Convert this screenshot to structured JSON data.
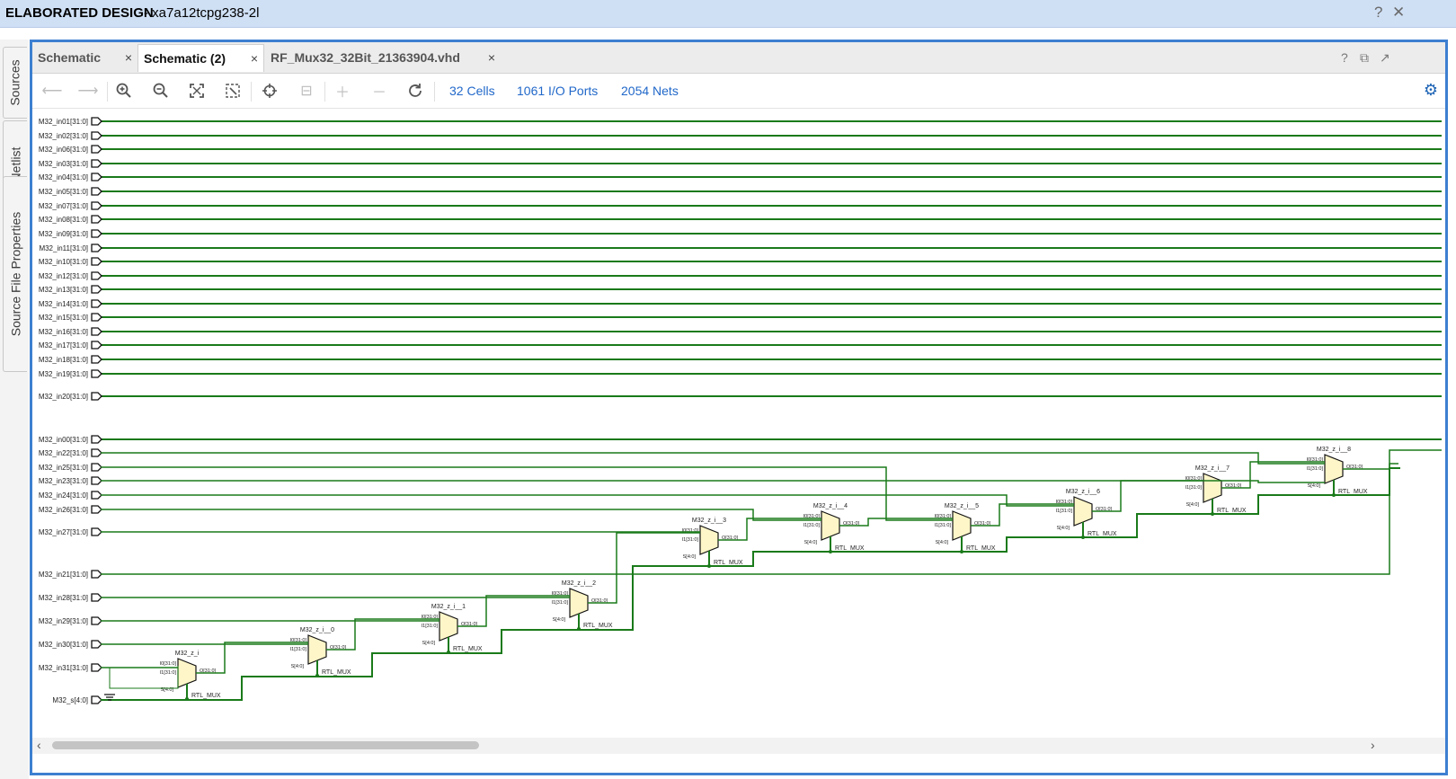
{
  "window": {
    "title_strong": "ELABORATED DESIGN",
    "title_part": " - xa7a12tcpg238-2l",
    "help_label": "?",
    "close_label": "✕"
  },
  "side_tabs": [
    "Sources",
    "Netlist",
    "Source File Properties"
  ],
  "tabs": [
    {
      "label": "Schematic",
      "active": false
    },
    {
      "label": "Schematic (2)",
      "active": true
    },
    {
      "label": "RF_Mux32_32Bit_21363904.vhd",
      "active": false
    }
  ],
  "tab_close": "×",
  "tabbar_right": [
    "?",
    "⧉",
    "↗"
  ],
  "toolbar": {
    "cells": "32 Cells",
    "io_ports": "1061 I/O Ports",
    "nets": "2054 Nets",
    "icons": [
      "back-arrow-icon",
      "forward-arrow-icon",
      "zoom-in-icon",
      "zoom-out-icon",
      "fit-icon",
      "zoom-selection-icon",
      "select-icon",
      "regen-icon",
      "expand-icon",
      "collapse-icon",
      "refresh-icon",
      "gear-icon"
    ]
  },
  "schematic": {
    "wire_color": "#1a7a1a",
    "ports": [
      "M32_in01[31:0]",
      "M32_in02[31:0]",
      "M32_in06[31:0]",
      "M32_in03[31:0]",
      "M32_in04[31:0]",
      "M32_in05[31:0]",
      "M32_in07[31:0]",
      "M32_in08[31:0]",
      "M32_in09[31:0]",
      "M32_in11[31:0]",
      "M32_in10[31:0]",
      "M32_in12[31:0]",
      "M32_in13[31:0]",
      "M32_in14[31:0]",
      "M32_in15[31:0]",
      "M32_in16[31:0]",
      "M32_in17[31:0]",
      "M32_in18[31:0]",
      "M32_in19[31:0]",
      "M32_in20[31:0]",
      "M32_in00[31:0]",
      "M32_in22[31:0]",
      "M32_in25[31:0]",
      "M32_in23[31:0]",
      "M32_in24[31:0]",
      "M32_in26[31:0]",
      "M32_in27[31:0]",
      "M32_in21[31:0]",
      "M32_in28[31:0]",
      "M32_in29[31:0]",
      "M32_in30[31:0]",
      "M32_in31[31:0]",
      "M32_s[4:0]"
    ],
    "mux_names": [
      "M32_z_i",
      "M32_z_i__0",
      "M32_z_i__1",
      "M32_z_i__2",
      "M32_z_i__3",
      "M32_z_i__4",
      "M32_z_i__5",
      "M32_z_i__6",
      "M32_z_i__7",
      "M32_z_i__8"
    ],
    "pin_i0": "I0[31:0]",
    "pin_i1": "I1[31:0]",
    "pin_o": "O[31:0]",
    "pin_s": "S[4:0]",
    "cell_type": "RTL_MUX"
  }
}
